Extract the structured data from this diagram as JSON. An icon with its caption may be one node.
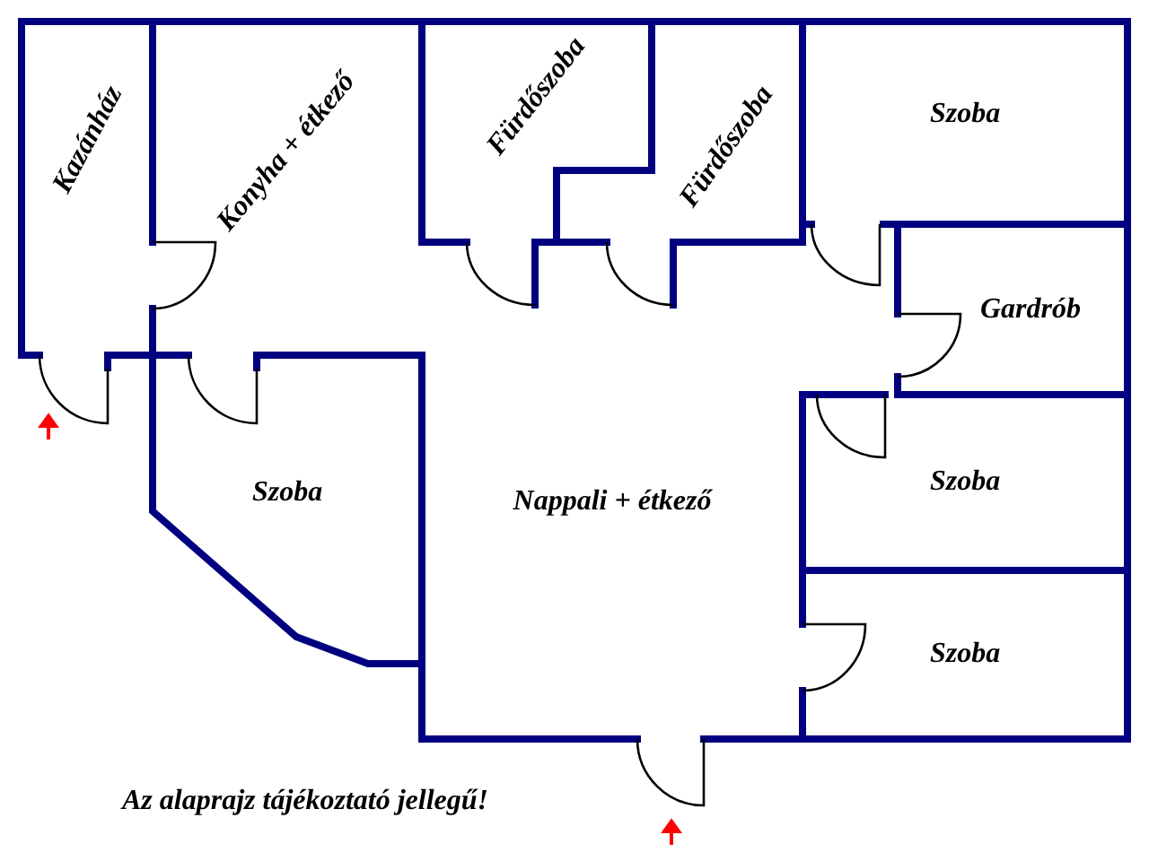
{
  "diagram": {
    "nodes": [
      {
        "text": [
          "Kazánház"
        ]
      },
      {
        "text": [
          "Konyha + étkező"
        ]
      },
      {
        "text": [
          "Fürdőszoba"
        ]
      },
      {
        "text": [
          "Fürdőszoba"
        ]
      },
      {
        "text": [
          "Szoba"
        ]
      },
      {
        "text": [
          "Gardrób"
        ]
      },
      {
        "text": [
          "Szoba"
        ]
      },
      {
        "text": [
          "Nappali + étkező"
        ]
      },
      {
        "text": [
          "Szoba"
        ]
      },
      {
        "text": [
          "Szoba"
        ]
      }
    ],
    "labels": [
      "Az alaprajz tájékoztató jellegű!"
    ]
  }
}
